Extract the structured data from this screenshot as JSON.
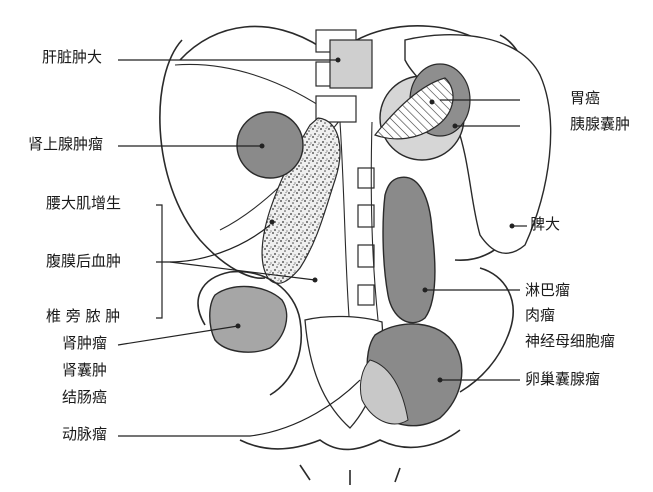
{
  "labels": {
    "hepatomegaly": "肝脏肿大",
    "adrenal_tumor": "肾上腺肿瘤",
    "psoas_hypertrophy": "腰大肌增生",
    "retroperitoneal_hematoma": "腹膜后血肿",
    "paravertebral_abscess": "椎 旁 脓 肿",
    "renal_tumor": "肾肿瘤",
    "renal_cyst": "肾囊肿",
    "colon_cancer": "结肠癌",
    "aneurysm": "动脉瘤",
    "gastric_cancer": "胃癌",
    "pancreatic_cyst": "胰腺囊肿",
    "splenomegaly": "脾大",
    "lymphoma": "淋巴瘤",
    "sarcoma": "肉瘤",
    "neuroblastoma": "神经母细胞瘤",
    "ovarian_cystadenoma": "卵巢囊腺瘤"
  },
  "colors": {
    "lesion_dark": "#8a8a8a",
    "lesion_medium": "#a6a6a6",
    "lesion_light": "#cfcfcf",
    "line": "#222222"
  }
}
